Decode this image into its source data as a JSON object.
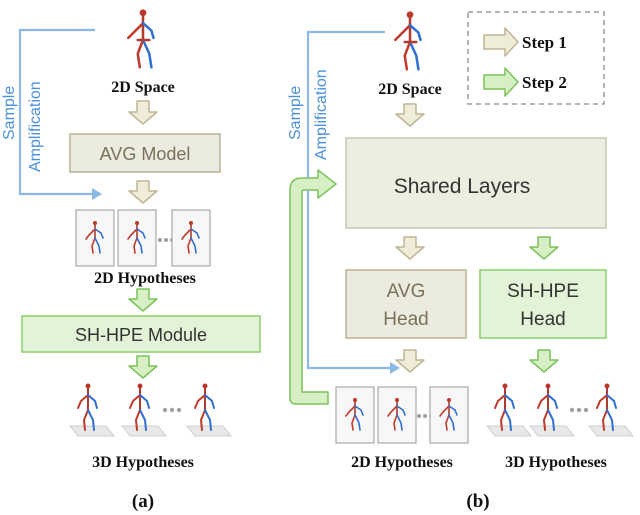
{
  "panel_a": {
    "space_label": "2D Space",
    "sample_label": "Sample",
    "amplification_label": "Amplification",
    "avg_model": "AVG Model",
    "hyp2d_label": "2D Hypotheses",
    "shhpe_module": "SH-HPE Module",
    "hyp3d_label": "3D Hypotheses",
    "caption": "(a)"
  },
  "panel_b": {
    "space_label": "2D Space",
    "sample_label": "Sample",
    "amplification_label": "Amplification",
    "shared_layers": "Shared Layers",
    "avg_head_line1": "AVG",
    "avg_head_line2": "Head",
    "shhpe_head_line1": "SH-HPE",
    "shhpe_head_line2": "Head",
    "hyp2d_label": "2D Hypotheses",
    "hyp3d_label": "3D Hypotheses",
    "caption": "(b)"
  },
  "legend": {
    "step1": "Step 1",
    "step2": "Step 2"
  },
  "colors": {
    "avg_fill": "#ecebdf",
    "avg_stroke": "#b8b195",
    "shhpe_fill": "#e3f3d7",
    "shhpe_stroke": "#8ccf6c",
    "shared_fill": "#ecefe0",
    "arrow_tan_fill": "#efecd9",
    "arrow_tan_stroke": "#bfb694",
    "arrow_green_fill": "#d7efc5",
    "arrow_green_stroke": "#7cc25c",
    "sample_line": "#8cb8e6",
    "step1_text": "#a08e62",
    "step2_text": "#5aa83a",
    "skeleton_right": "#c0392b",
    "skeleton_left": "#2f6fd1",
    "skeleton_torso": "#b03a2e"
  }
}
